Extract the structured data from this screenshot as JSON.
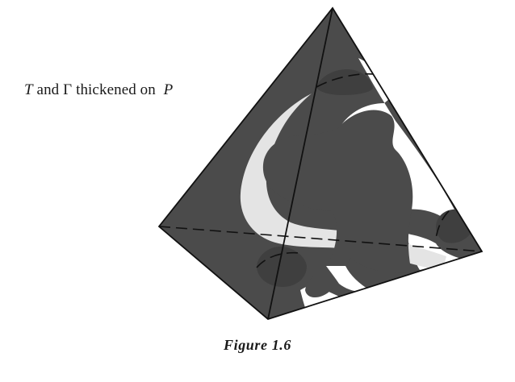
{
  "annotation": {
    "t_symbol": "T",
    "and_word": "and",
    "gamma_symbol": "Γ",
    "thickened_text": "thickened on",
    "p_symbol": "P"
  },
  "caption": "Figure 1.6",
  "colors": {
    "dark_region": "#4b4b4b",
    "light_region": "#e4e4e4",
    "white_region": "#ffffff",
    "edge_line": "#111111"
  }
}
